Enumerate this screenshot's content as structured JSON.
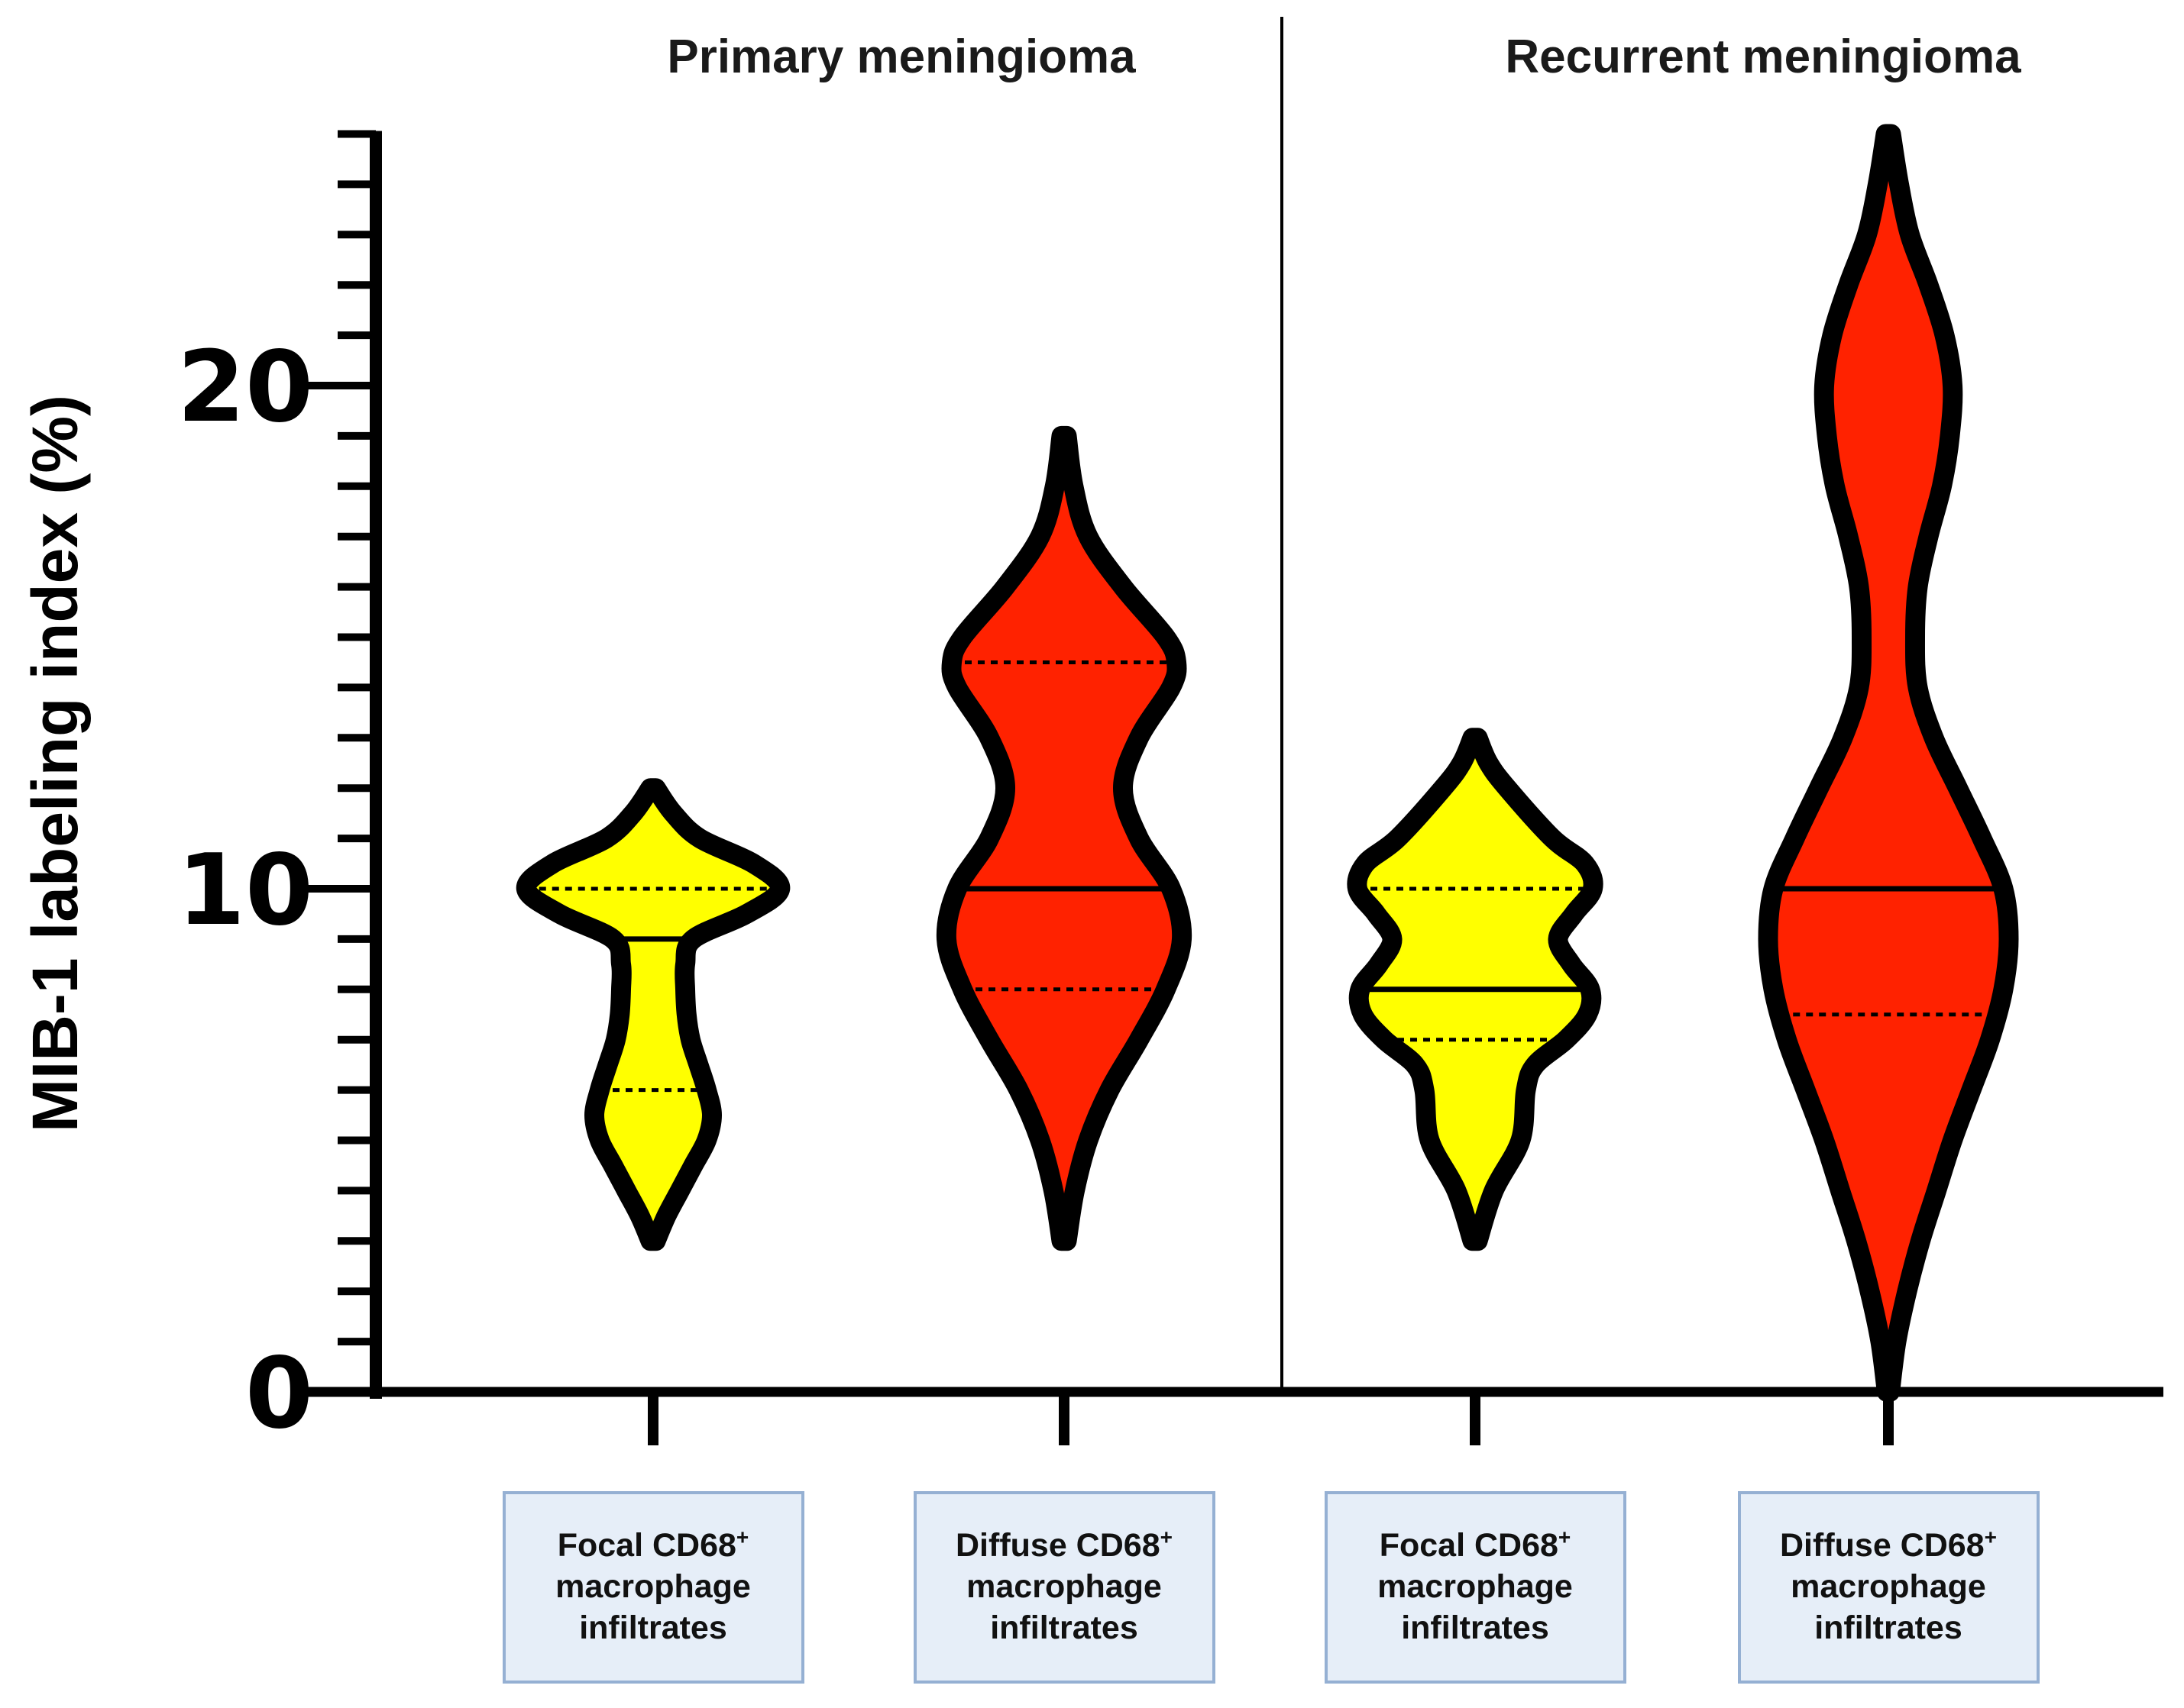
{
  "chart_data": {
    "type": "violin",
    "ylabel": "MIB-1 labeling index (%)",
    "ylim": [
      0,
      25
    ],
    "y_tick_labels": [
      "0",
      "10",
      "20"
    ],
    "y_major_ticks": [
      0,
      10,
      20
    ],
    "y_minor_step": 1,
    "panels": [
      {
        "title": "Primary meningioma",
        "groups": [
          {
            "label": [
              "Focal CD68",
              "+",
              "macrophage",
              "infiltrates"
            ],
            "color": "#ffff00",
            "range": [
              3,
              12
            ],
            "median": 9,
            "quartiles": [
              6,
              10
            ],
            "density": [
              [
                3.0,
                0.02
              ],
              [
                3.5,
                0.1
              ],
              [
                4.0,
                0.2
              ],
              [
                4.5,
                0.3
              ],
              [
                5.0,
                0.4
              ],
              [
                5.5,
                0.44
              ],
              [
                6.0,
                0.4
              ],
              [
                6.5,
                0.34
              ],
              [
                7.0,
                0.28
              ],
              [
                7.5,
                0.25
              ],
              [
                8.0,
                0.24
              ],
              [
                8.5,
                0.24
              ],
              [
                9.0,
                0.3
              ],
              [
                9.5,
                0.7
              ],
              [
                10.0,
                0.95
              ],
              [
                10.5,
                0.75
              ],
              [
                11.0,
                0.35
              ],
              [
                11.5,
                0.15
              ],
              [
                12.0,
                0.02
              ]
            ]
          },
          {
            "label": [
              "Diffuse CD68",
              "+",
              "macrophage",
              "infiltrates"
            ],
            "color": "#ff2200",
            "range": [
              3,
              19
            ],
            "median": 10,
            "quartiles": [
              8,
              14.5
            ],
            "density": [
              [
                3.0,
                0.02
              ],
              [
                4.0,
                0.08
              ],
              [
                5.0,
                0.18
              ],
              [
                6.0,
                0.34
              ],
              [
                7.0,
                0.56
              ],
              [
                8.0,
                0.76
              ],
              [
                9.0,
                0.88
              ],
              [
                10.0,
                0.8
              ],
              [
                11.0,
                0.56
              ],
              [
                12.0,
                0.44
              ],
              [
                13.0,
                0.56
              ],
              [
                14.0,
                0.8
              ],
              [
                14.5,
                0.84
              ],
              [
                15.0,
                0.76
              ],
              [
                16.0,
                0.44
              ],
              [
                17.0,
                0.18
              ],
              [
                18.0,
                0.07
              ],
              [
                19.0,
                0.02
              ]
            ]
          }
        ]
      },
      {
        "title": "Recurrent meningioma",
        "groups": [
          {
            "label": [
              "Focal CD68",
              "+",
              "macrophage",
              "infiltrates"
            ],
            "color": "#ffff00",
            "range": [
              3,
              13
            ],
            "median": 8,
            "quartiles": [
              7,
              10
            ],
            "density": [
              [
                3.0,
                0.02
              ],
              [
                4.0,
                0.14
              ],
              [
                5.0,
                0.34
              ],
              [
                6.0,
                0.38
              ],
              [
                6.5,
                0.45
              ],
              [
                7.0,
                0.68
              ],
              [
                7.5,
                0.84
              ],
              [
                8.0,
                0.86
              ],
              [
                8.5,
                0.72
              ],
              [
                9.0,
                0.62
              ],
              [
                9.5,
                0.74
              ],
              [
                10.0,
                0.88
              ],
              [
                10.5,
                0.82
              ],
              [
                11.0,
                0.58
              ],
              [
                12.0,
                0.24
              ],
              [
                12.5,
                0.1
              ],
              [
                13.0,
                0.02
              ]
            ]
          },
          {
            "label": [
              "Diffuse CD68",
              "+",
              "macrophage",
              "infiltrates"
            ],
            "color": "#ff2200",
            "range": [
              0,
              25
            ],
            "median": 10,
            "quartiles": [
              7.5,
              10
            ],
            "density": [
              [
                0.0,
                0.0
              ],
              [
                1.0,
                0.06
              ],
              [
                2.0,
                0.14
              ],
              [
                3.0,
                0.24
              ],
              [
                4.0,
                0.36
              ],
              [
                5.0,
                0.48
              ],
              [
                6.0,
                0.62
              ],
              [
                7.0,
                0.76
              ],
              [
                8.0,
                0.86
              ],
              [
                9.0,
                0.9
              ],
              [
                10.0,
                0.86
              ],
              [
                11.0,
                0.7
              ],
              [
                12.0,
                0.52
              ],
              [
                13.0,
                0.34
              ],
              [
                14.0,
                0.22
              ],
              [
                15.0,
                0.2
              ],
              [
                16.0,
                0.22
              ],
              [
                17.0,
                0.3
              ],
              [
                18.0,
                0.4
              ],
              [
                19.0,
                0.46
              ],
              [
                20.0,
                0.48
              ],
              [
                21.0,
                0.42
              ],
              [
                22.0,
                0.3
              ],
              [
                23.0,
                0.16
              ],
              [
                24.0,
                0.08
              ],
              [
                25.0,
                0.02
              ]
            ]
          }
        ]
      }
    ]
  }
}
